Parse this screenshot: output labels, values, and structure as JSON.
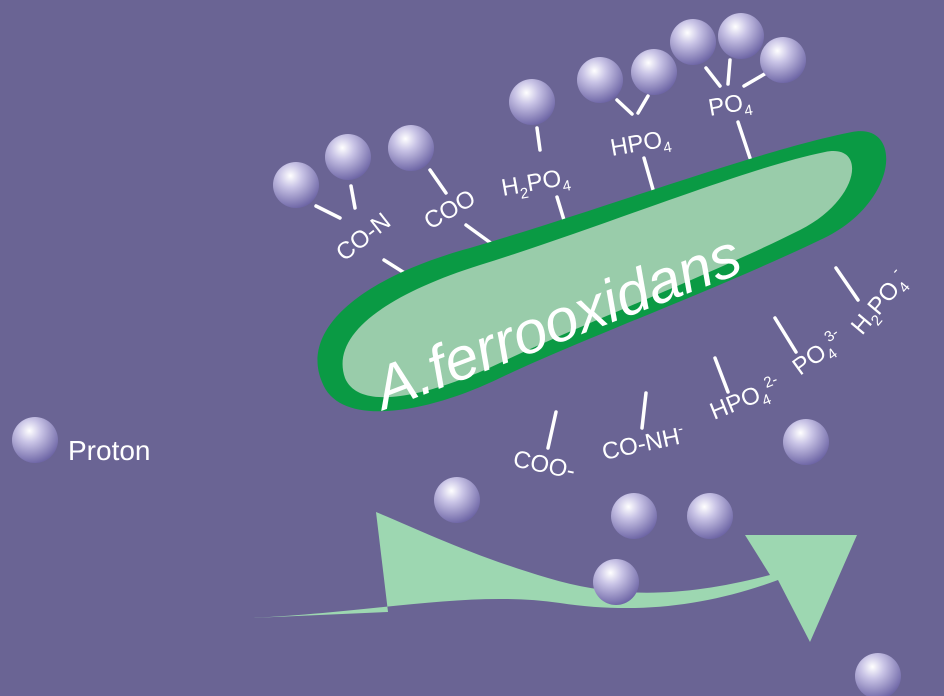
{
  "colors": {
    "background": "#6a6494",
    "cell_fill": "#99ccaa",
    "cell_outline": "#0a9a44",
    "arrow_fill": "#9dd7b1",
    "proton_light": "#ffffff",
    "proton_mid": "#b8b2de",
    "proton_dark": "#6e66a6",
    "text": "#ffffff"
  },
  "cell": {
    "name": "A.ferrooxidans"
  },
  "legend": {
    "label": "Proton",
    "icon": "proton-sphere"
  },
  "groups_top": [
    {
      "base": "CO-N"
    },
    {
      "base": "COO"
    },
    {
      "base": "H",
      "sub1": "2",
      "mid": "PO",
      "sub2": "4"
    },
    {
      "base": "HPO",
      "sub2": "4"
    },
    {
      "base": "PO",
      "sub2": "4"
    }
  ],
  "groups_right": [
    {
      "base": "H",
      "sub1": "2",
      "mid": "PO",
      "sub2": "4",
      "sup": "-"
    }
  ],
  "groups_bottom": [
    {
      "base": "COO",
      "suffix": "-"
    },
    {
      "base": "CO-NH",
      "sup": "-"
    },
    {
      "base": "HPO",
      "sub2": "4",
      "sup": "2-"
    },
    {
      "base": "PO",
      "sub2": "4",
      "sup": "3-"
    }
  ]
}
